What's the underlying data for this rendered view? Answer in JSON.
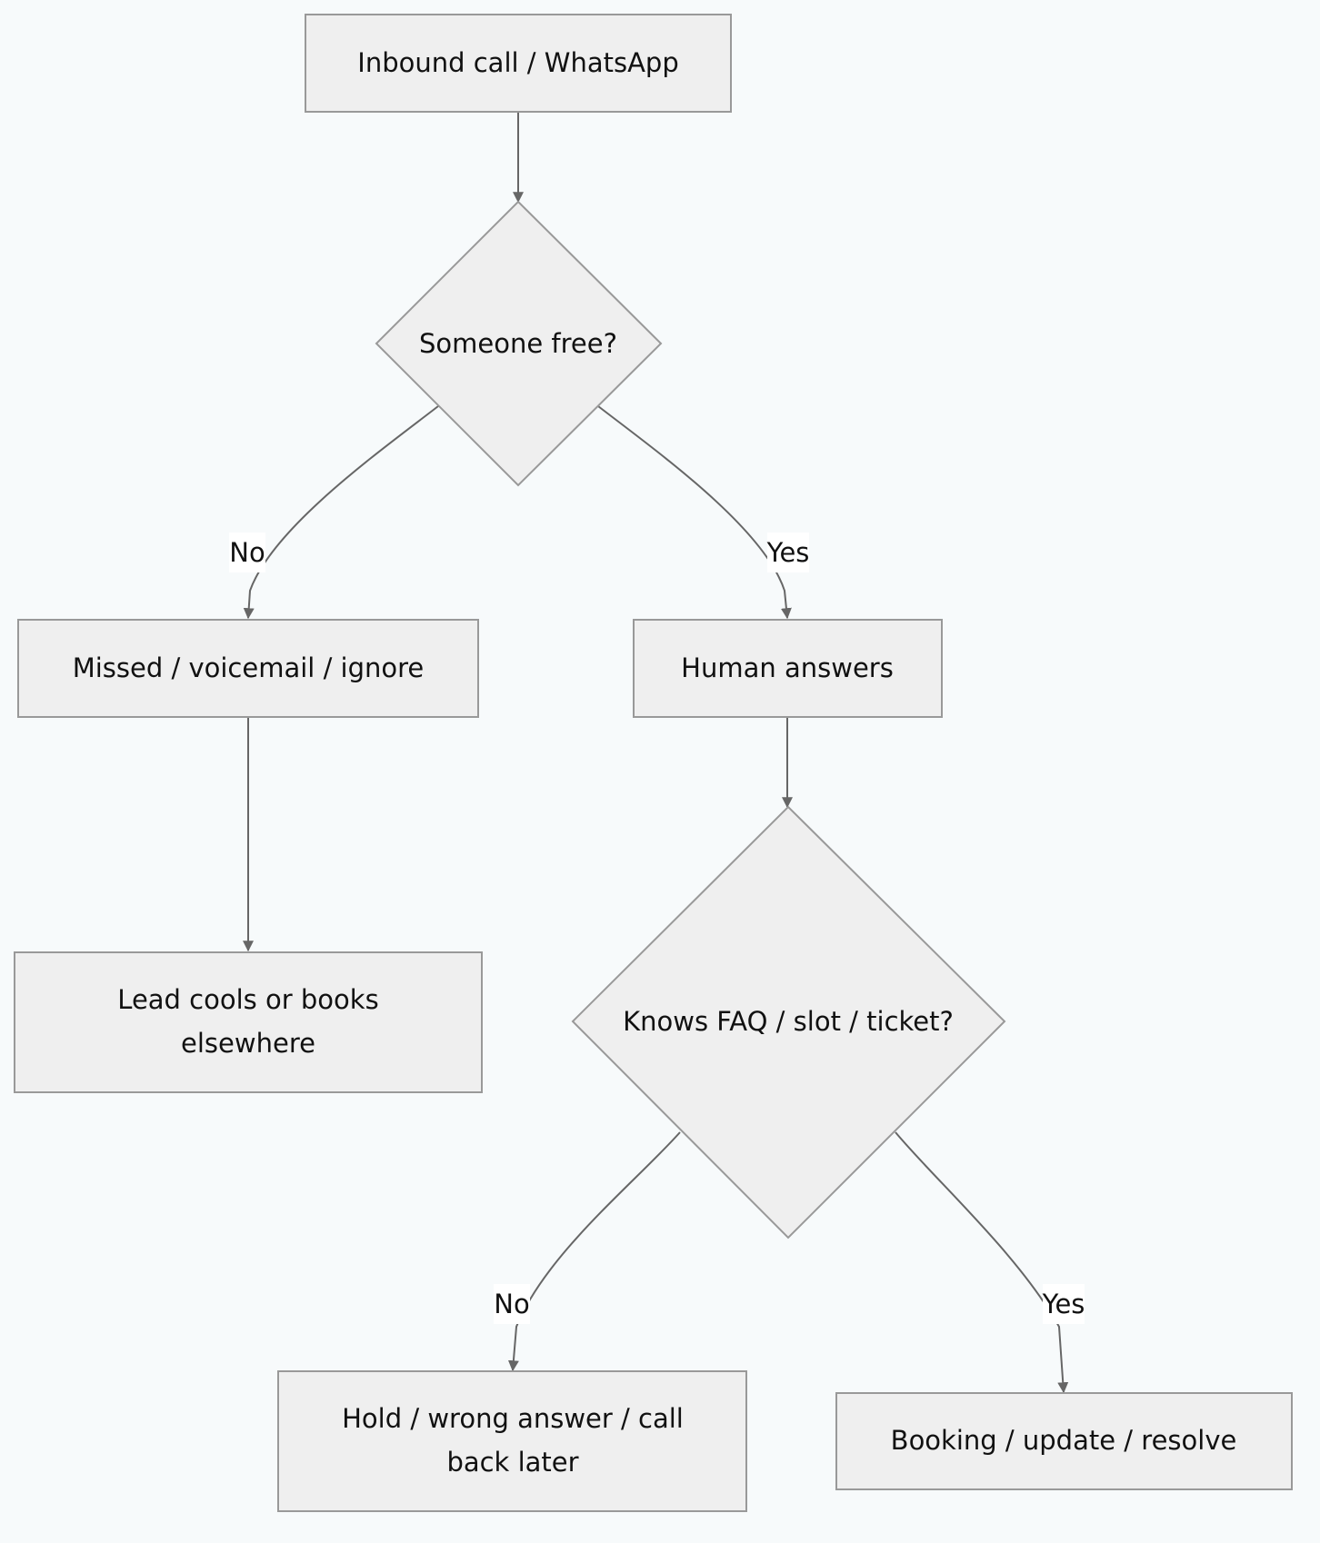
{
  "diagram": {
    "nodes": {
      "inbound": {
        "label": "Inbound call / WhatsApp"
      },
      "someone_free": {
        "label": "Someone free?"
      },
      "missed": {
        "label": "Missed / voicemail / ignore"
      },
      "human_answers": {
        "label": "Human answers"
      },
      "lead_cools": {
        "label_line1": "Lead cools or books",
        "label_line2": "elsewhere"
      },
      "knows_faq": {
        "label": "Knows FAQ / slot / ticket?"
      },
      "hold": {
        "label_line1": "Hold / wrong answer / call",
        "label_line2": "back later"
      },
      "booking": {
        "label": "Booking / update / resolve"
      }
    },
    "edges": {
      "free_no": "No",
      "free_yes": "Yes",
      "knows_no": "No",
      "knows_yes": "Yes"
    }
  },
  "colors": {
    "background": "#f7fafb",
    "node_fill": "#efefef",
    "node_stroke": "#999999",
    "edge": "#666666",
    "label_bg": "#ffffff"
  }
}
